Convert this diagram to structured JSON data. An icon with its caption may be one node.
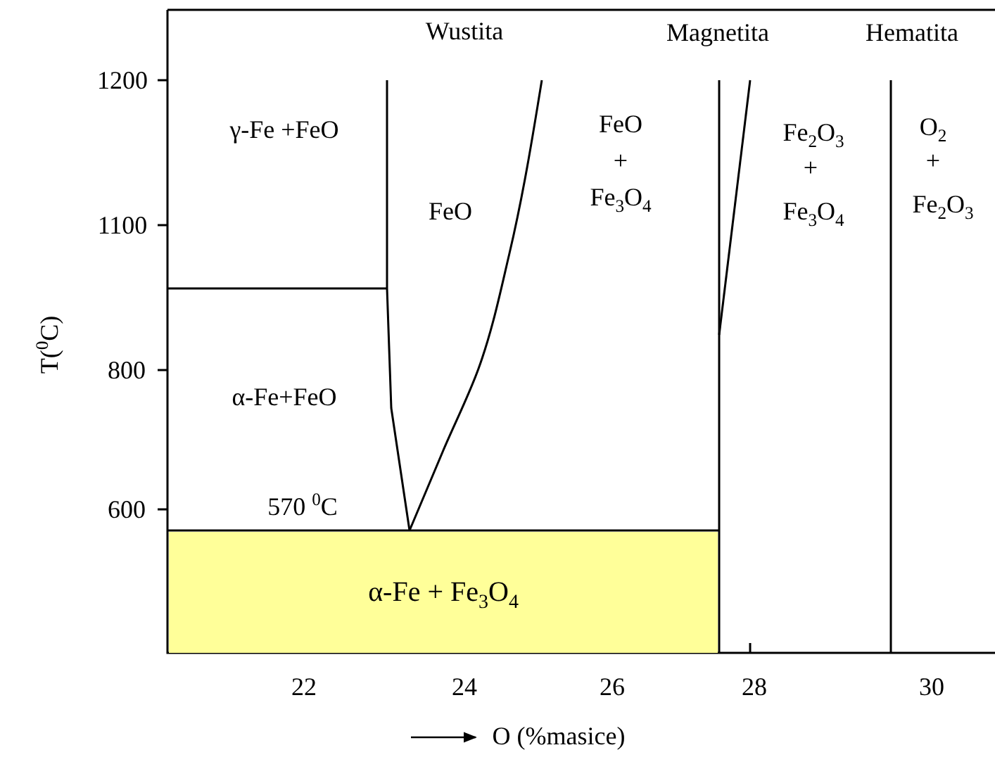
{
  "diagram": {
    "nodes": [
      {
        "text": [
          "α-Fe + Fe$_{3}$O$_{4}$"
        ]
      }
    ],
    "edges": [],
    "labels": [
      "Wustita",
      "Magnetita",
      "Hematita",
      "1200",
      "γ-Fe +FeO",
      "FeO",
      "+",
      "Fe$_{3}$O$_{4}$",
      "Fe$_{2}$O$_{3}$",
      "+",
      "Fe$_{3}$O$_{4}$",
      "O$_{2}$",
      "+",
      "Fe$_{2}$O$_{3}$",
      "1100",
      "FeO",
      "T($^{0}$C)",
      "800",
      "α-Fe+FeO",
      "600",
      "570 $^{0}$C",
      "22",
      "24",
      "26",
      "28",
      "30",
      "O (%masice)"
    ]
  }
}
